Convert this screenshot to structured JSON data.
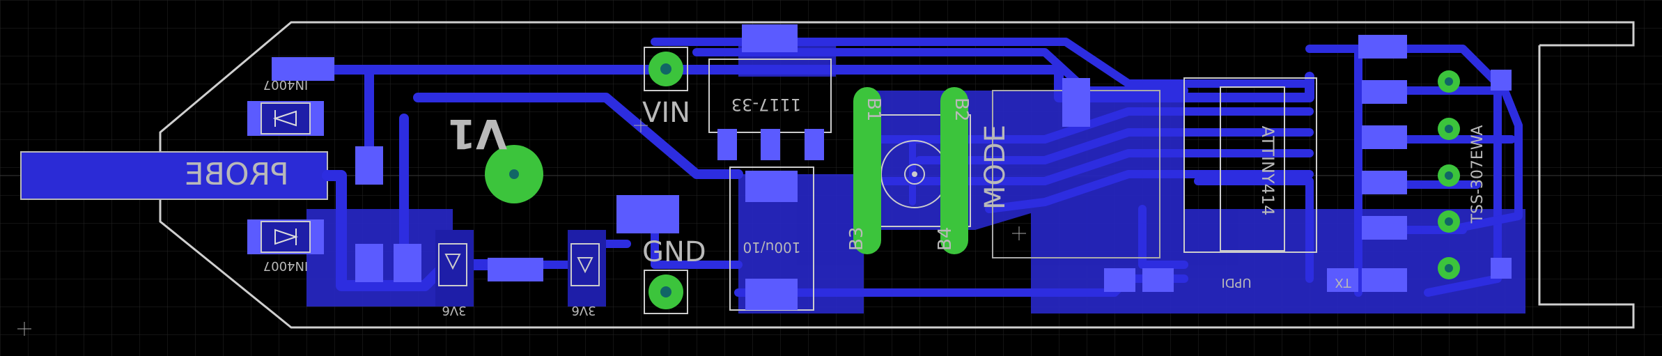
{
  "colors": {
    "background": "#000000",
    "grid": "#2a2a2a",
    "copper_bottom": "#2b2bd6",
    "copper_pad": "#5b5bff",
    "through_hole": "#3cc43c",
    "silkscreen": "#c8c8c8"
  },
  "labels": {
    "probe": "PROBE",
    "vin": "VIN",
    "gnd": "GND",
    "mode": "MODE",
    "v1": "V1",
    "reg": "1117-33",
    "cap_big": "100u/10",
    "mcu": "ATTINY414",
    "display": "TSS-307EWA",
    "diode_top": "IN4007",
    "diode_bottom": "IN4007",
    "zener_left": "3V6",
    "zener_right": "3V6",
    "updi": "UPDI",
    "tx": "TX",
    "b1": "B1",
    "b2": "B2",
    "b3": "B3",
    "b4": "B4"
  }
}
